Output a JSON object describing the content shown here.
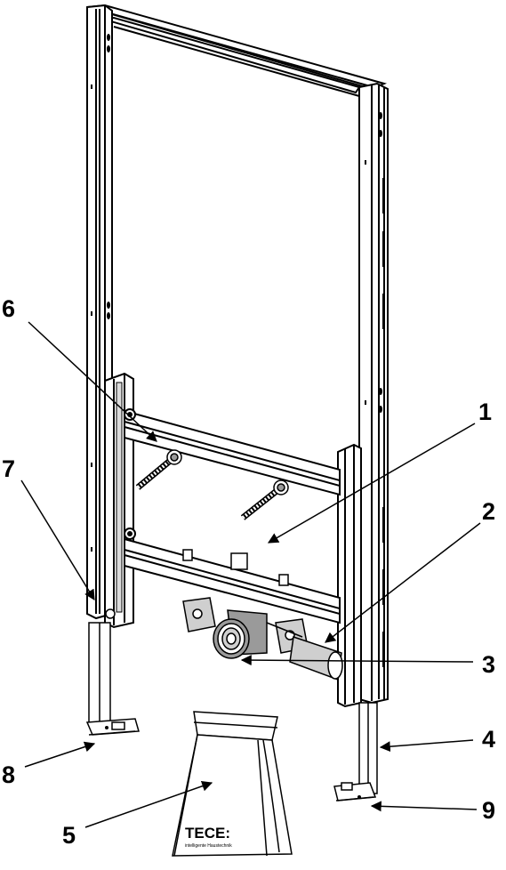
{
  "callouts": [
    {
      "id": "1",
      "label": "1"
    },
    {
      "id": "2",
      "label": "2"
    },
    {
      "id": "3",
      "label": "3"
    },
    {
      "id": "4",
      "label": "4"
    },
    {
      "id": "5",
      "label": "5"
    },
    {
      "id": "6",
      "label": "6"
    },
    {
      "id": "7",
      "label": "7"
    },
    {
      "id": "8",
      "label": "8"
    },
    {
      "id": "9",
      "label": "9"
    }
  ],
  "bag": {
    "brand": "TECE:",
    "tagline": "intelligente Haustechnik"
  }
}
